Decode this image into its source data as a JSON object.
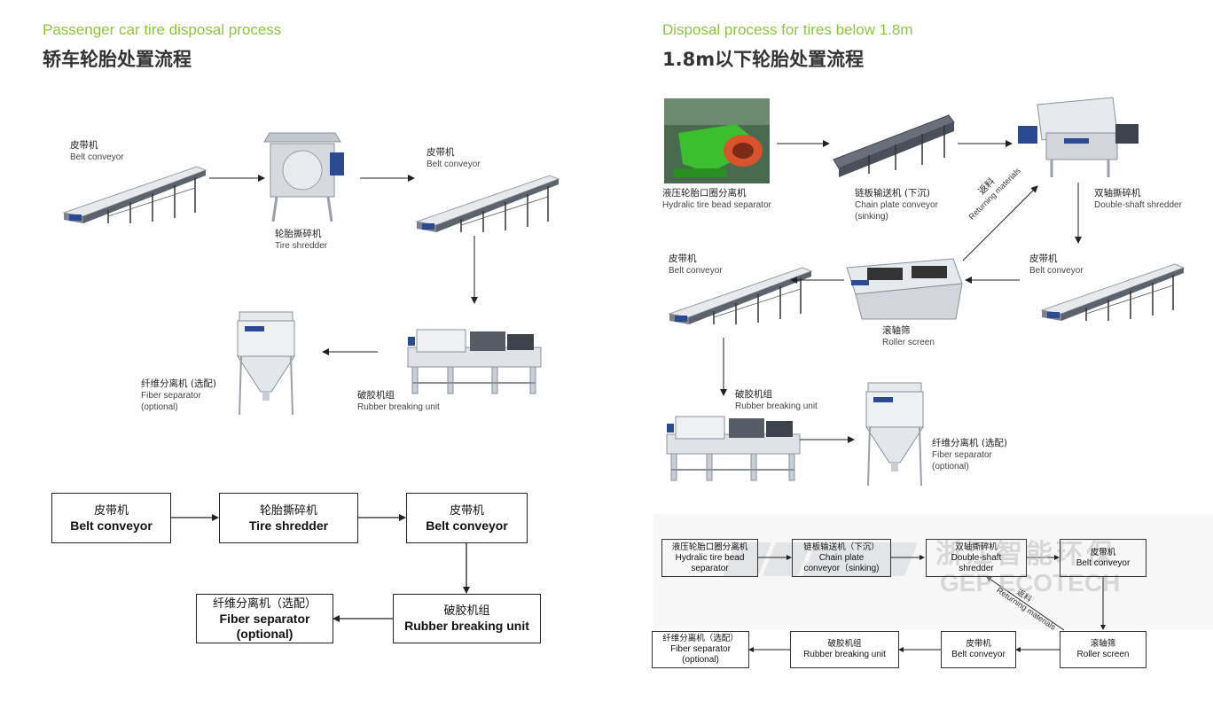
{
  "left": {
    "title_en": "Passenger car tire disposal process",
    "title_zh": "轿车轮胎处置流程",
    "machines": {
      "belt1": {
        "zh": "皮带机",
        "en": "Belt conveyor"
      },
      "shredder": {
        "zh": "轮胎撕碎机",
        "en": "Tire shredder"
      },
      "belt2": {
        "zh": "皮带机",
        "en": "Belt conveyor"
      },
      "rubber": {
        "zh": "破胶机组",
        "en": "Rubber breaking unit"
      },
      "fiber": {
        "zh": "纤维分离机 (选配)",
        "en1": "Fiber separator",
        "en2": "(optional)"
      }
    },
    "flow": {
      "b1": {
        "zh": "皮带机",
        "en": "Belt conveyor"
      },
      "b2": {
        "zh": "轮胎撕碎机",
        "en": "Tire shredder"
      },
      "b3": {
        "zh": "皮带机",
        "en": "Belt conveyor"
      },
      "b4": {
        "zh": "破胶机组",
        "en": "Rubber breaking unit"
      },
      "b5": {
        "zh": "纤维分离机（选配）",
        "en1": "Fiber separator",
        "en2": "(optional)"
      }
    }
  },
  "right": {
    "title_en": "Disposal process for tires below 1.8m",
    "title_zh": "1.8m以下轮胎处置流程",
    "machines": {
      "bead": {
        "zh": "液压轮胎口圈分离机",
        "en": "Hydralic tire bead separator"
      },
      "chain": {
        "zh": "链板输送机 (下沉)",
        "en1": "Chain plate conveyor",
        "en2": "(sinking)"
      },
      "double": {
        "zh": "双轴撕碎机",
        "en": "Double-shaft shredder"
      },
      "belt_r": {
        "zh": "皮带机",
        "en": "Belt conveyor"
      },
      "roller": {
        "zh": "滚轴筛",
        "en": "Roller screen"
      },
      "belt_l": {
        "zh": "皮带机",
        "en": "Belt conveyor"
      },
      "rubber": {
        "zh": "破胶机组",
        "en": "Rubber breaking unit"
      },
      "fiber": {
        "zh": "纤维分离机 (选配)",
        "en1": "Fiber separator",
        "en2": "(optional)"
      },
      "return_zh": "返料",
      "return_en": "Returning materials"
    },
    "flow": {
      "r1": {
        "zh": "液压轮胎口圈分离机",
        "en1": "Hydralic tire bead",
        "en2": "separator"
      },
      "r2": {
        "zh": "链板输送机（下沉）",
        "en1": "Chain plate",
        "en2": "conveyor（sinking)"
      },
      "r3": {
        "zh": "双轴撕碎机",
        "en1": "Double-shaft",
        "en2": "shredder"
      },
      "r4": {
        "zh": "皮带机",
        "en": "Belt conveyor"
      },
      "r5": {
        "zh": "滚轴筛",
        "en": "Roller screen"
      },
      "r6": {
        "zh": "皮带机",
        "en": "Belt conveyor"
      },
      "r7": {
        "zh": "破胶机组",
        "en": "Rubber breaking unit"
      },
      "r8": {
        "zh": "纤维分离机（选配）",
        "en1": "Fiber separator",
        "en2": "(optional)"
      },
      "return_zh": "返料",
      "return_en": "Returning materials"
    },
    "watermark": {
      "zh": "浙江智能环保",
      "en": "GEP ECOTECH"
    }
  },
  "colors": {
    "accent_green": "#8cc63f",
    "machine_blue": "#2b4a8f",
    "steel": "#c9ced6"
  }
}
